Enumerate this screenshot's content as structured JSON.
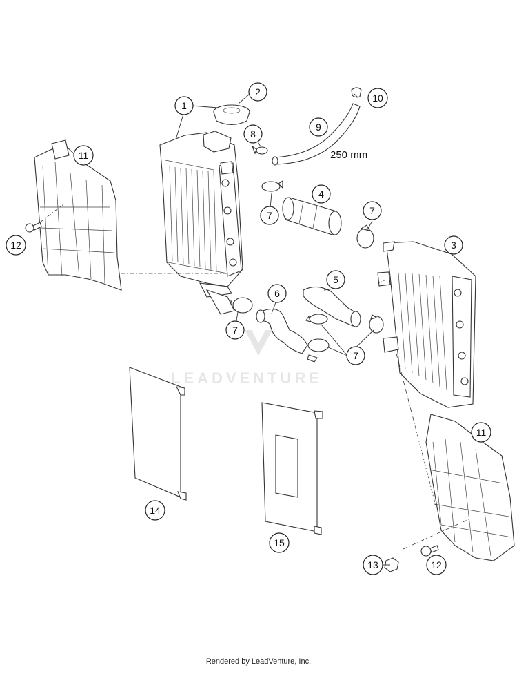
{
  "callouts": {
    "c1": "1",
    "c2": "2",
    "c3": "3",
    "c4": "4",
    "c5": "5",
    "c6": "6",
    "c7": "7",
    "c8": "8",
    "c9": "9",
    "c10": "10",
    "c11": "11",
    "c12": "12",
    "c13": "13",
    "c14": "14",
    "c15": "15"
  },
  "dimension_label": "250 mm",
  "watermark": "LEADVENTURE",
  "footer": "Rendered by LeadVenture, Inc."
}
